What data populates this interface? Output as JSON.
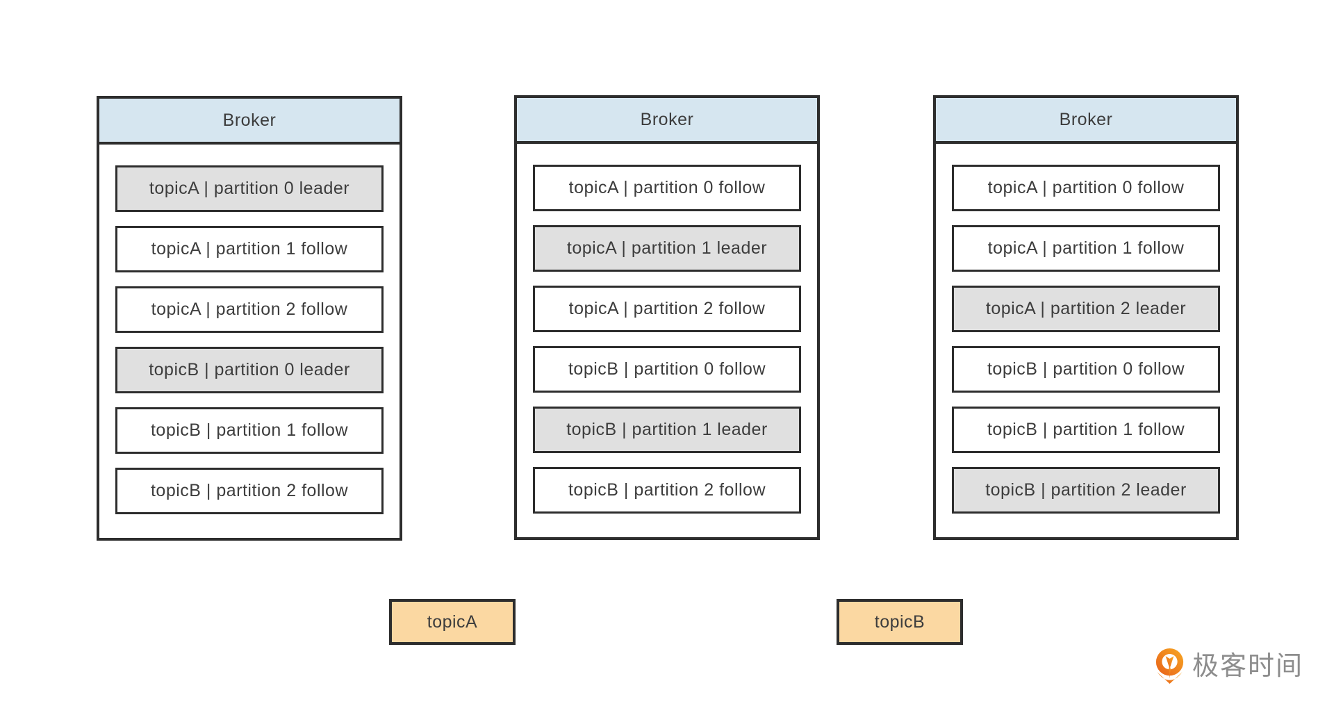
{
  "colors": {
    "border": "#2d2d2d",
    "text": "#3d3d3d",
    "header_fill": "#d6e6f0",
    "leader_fill": "#e0e0e0",
    "follow_fill": "#ffffff",
    "topic_fill": "#fbd8a2",
    "logo_text_color": "#8d8d8d",
    "logo_orange_light": "#f7a823",
    "logo_orange_dark": "#e8601a"
  },
  "brokers": [
    {
      "title": "Broker",
      "partitions": [
        {
          "label": "topicA | partition 0 leader",
          "role": "leader"
        },
        {
          "label": "topicA | partition 1 follow",
          "role": "follow"
        },
        {
          "label": "topicA | partition 2 follow",
          "role": "follow"
        },
        {
          "label": "topicB | partition 0 leader",
          "role": "leader"
        },
        {
          "label": "topicB | partition 1 follow",
          "role": "follow"
        },
        {
          "label": "topicB | partition 2 follow",
          "role": "follow"
        }
      ]
    },
    {
      "title": "Broker",
      "partitions": [
        {
          "label": "topicA | partition 0 follow",
          "role": "follow"
        },
        {
          "label": "topicA | partition 1 leader",
          "role": "leader"
        },
        {
          "label": "topicA | partition 2 follow",
          "role": "follow"
        },
        {
          "label": "topicB | partition 0 follow",
          "role": "follow"
        },
        {
          "label": "topicB | partition 1 leader",
          "role": "leader"
        },
        {
          "label": "topicB | partition 2 follow",
          "role": "follow"
        }
      ]
    },
    {
      "title": "Broker",
      "partitions": [
        {
          "label": "topicA | partition 0 follow",
          "role": "follow"
        },
        {
          "label": "topicA | partition 1 follow",
          "role": "follow"
        },
        {
          "label": "topicA | partition 2 leader",
          "role": "leader"
        },
        {
          "label": "topicB | partition 0 follow",
          "role": "follow"
        },
        {
          "label": "topicB | partition 1 follow",
          "role": "follow"
        },
        {
          "label": "topicB | partition 2 leader",
          "role": "leader"
        }
      ]
    }
  ],
  "topics": [
    {
      "label": "topicA"
    },
    {
      "label": "topicB"
    }
  ],
  "logo": {
    "text": "极客时间"
  }
}
